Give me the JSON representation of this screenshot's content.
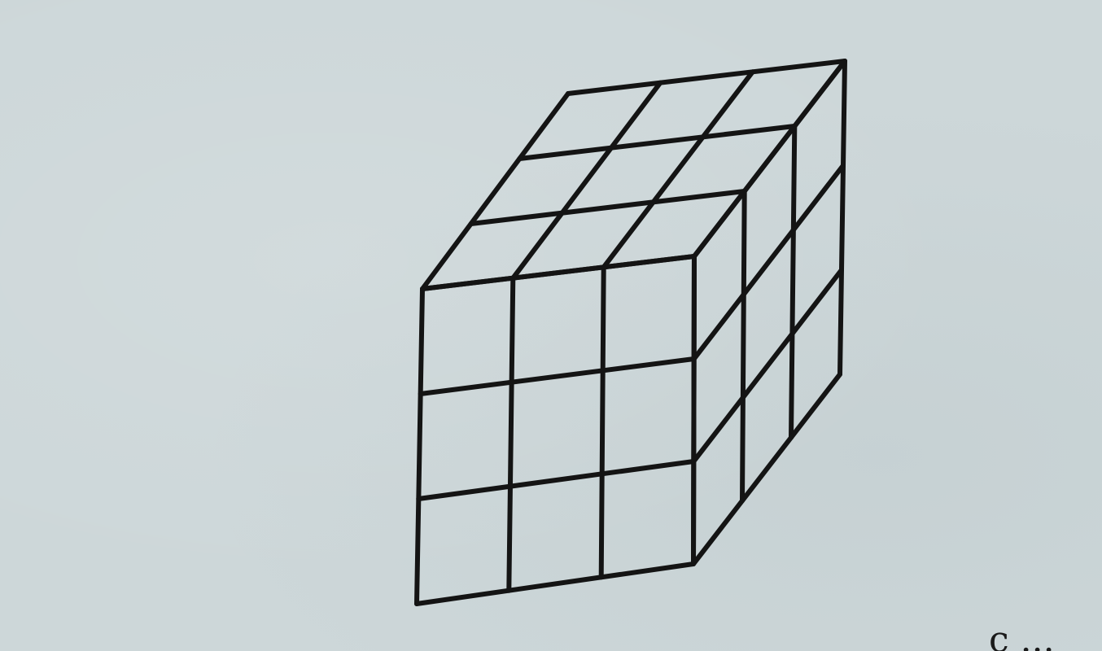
{
  "figure": {
    "subject": "cube",
    "grid_divisions": 3,
    "faces": [
      "front",
      "top",
      "right"
    ],
    "line_color": "#141414",
    "background_color": "#cdd7d9"
  },
  "cropped_caption_fragment": "c ..."
}
